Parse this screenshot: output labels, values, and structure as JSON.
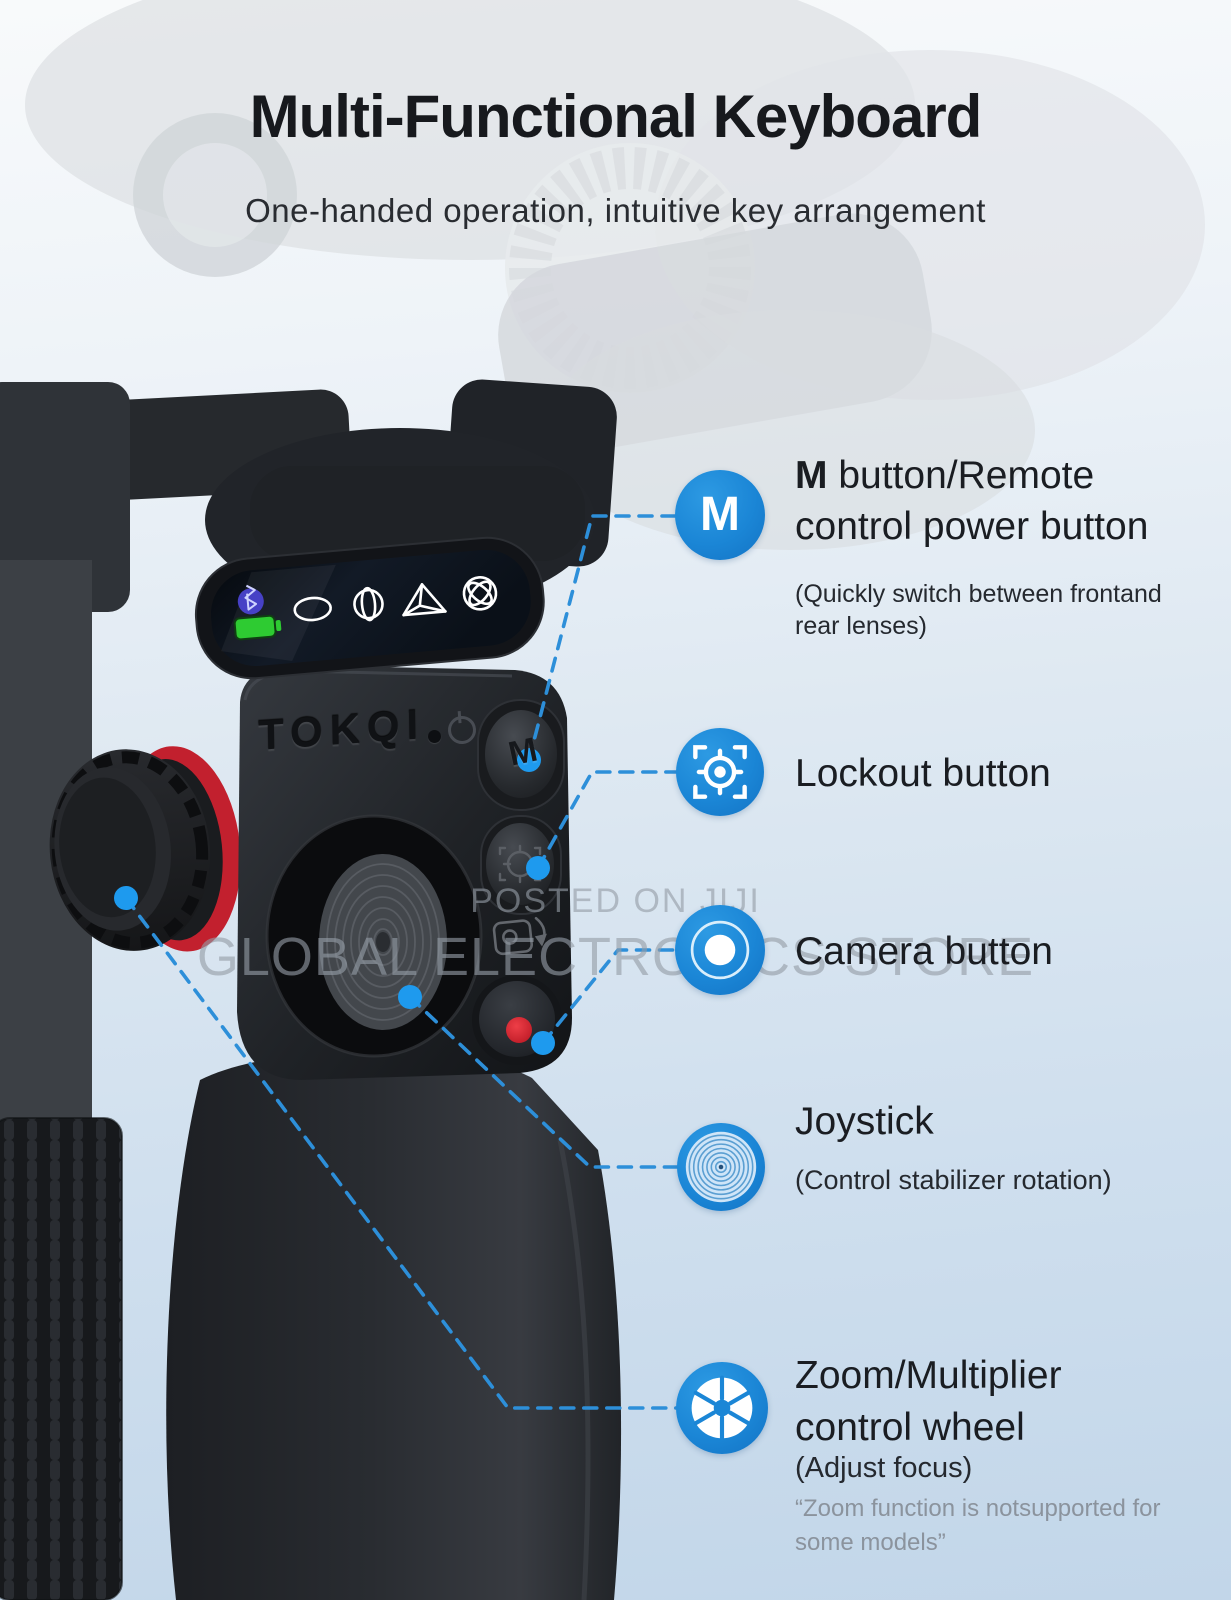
{
  "header": {
    "title": "Multi-Functional Keyboard",
    "subtitle": "One-handed operation, intuitive key arrangement"
  },
  "device": {
    "brand": "TOKQI",
    "m_key_label": "M"
  },
  "watermark": {
    "top": "POSTED ON JIJI",
    "bottom": "GLOBAL ELECTRONICS STORE"
  },
  "callouts": [
    {
      "badge_letter": "M",
      "heading_bold": "M",
      "heading_rest": " button/Remote",
      "heading_line2": "control power button",
      "note_line1": "(Quickly switch between frontand",
      "note_line2": "rear lenses)"
    },
    {
      "heading": "Lockout button"
    },
    {
      "heading": "Camera button"
    },
    {
      "heading": "Joystick",
      "note_line1": "(Control stabilizer rotation)"
    },
    {
      "heading_line1": "Zoom/Multiplier",
      "heading_line2": "control wheel",
      "note_line1": "(Adjust focus)",
      "quote_line1": "“Zoom function is notsupported for",
      "quote_line2": "some models”"
    }
  ],
  "colors": {
    "badge_blue": "#1b86d6",
    "leader_line_blue": "#2d8fd9",
    "leader_dot_blue": "#1e9aee",
    "record_red": "#c8202e",
    "battery_green": "#2ecb32"
  }
}
